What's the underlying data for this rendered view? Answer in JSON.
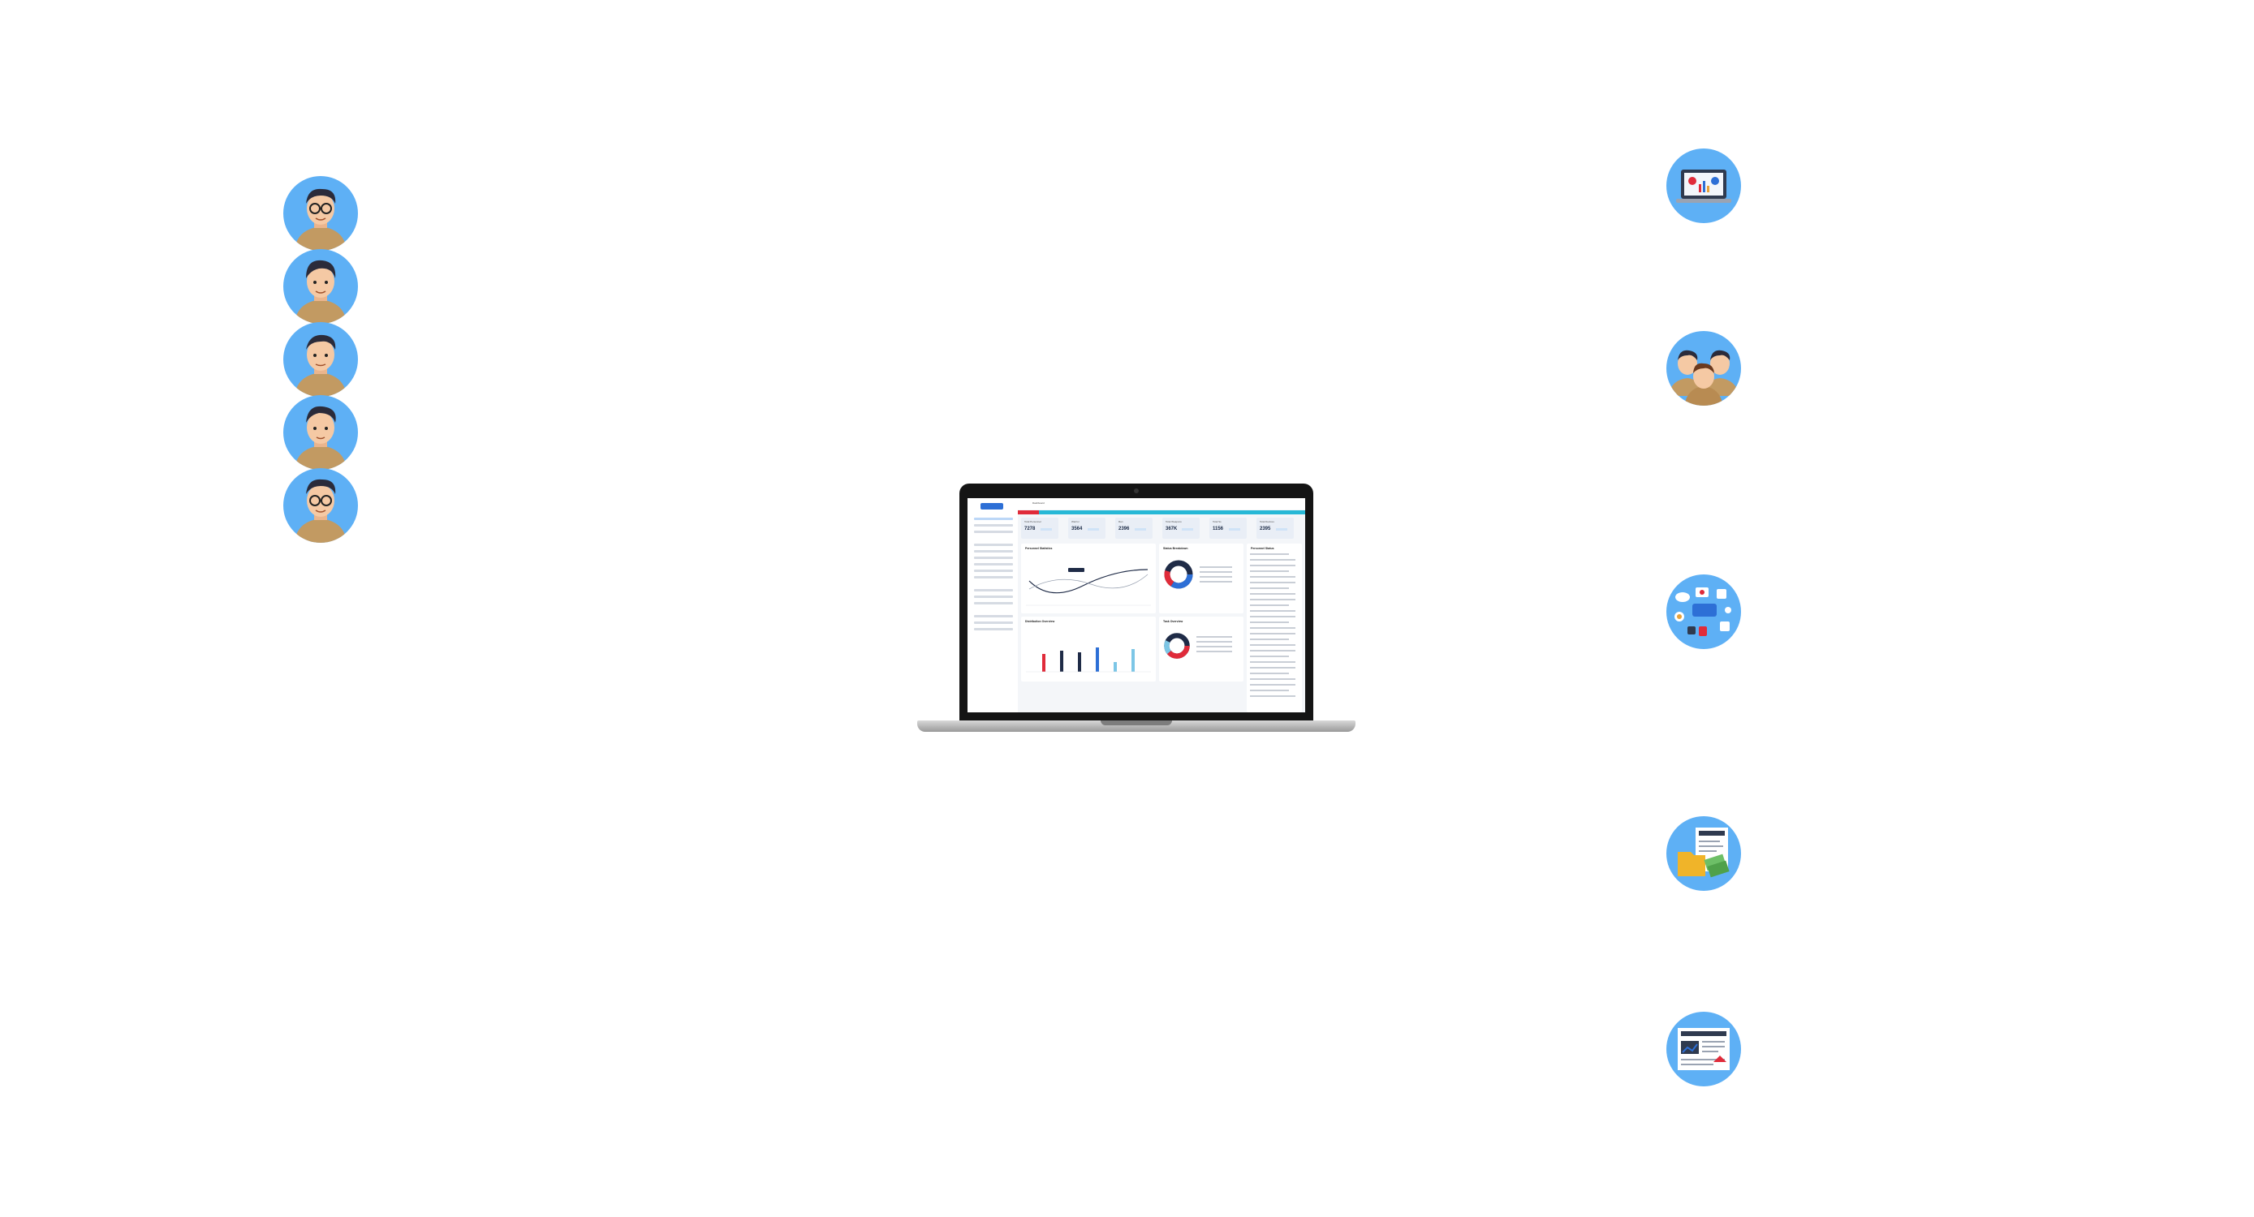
{
  "colors": {
    "avatar_bg": "#5eb0f5",
    "skin": "#f5c9a4",
    "hair": "#2b2b3a",
    "shirt": "#c29a62",
    "accent_blue": "#2d6fd6",
    "accent_red": "#e02b3a",
    "accent_teal": "#27b8d6"
  },
  "dashboard": {
    "topbar_title": "Dashboard",
    "stats": [
      {
        "label": "Total Personnel",
        "value": "7278"
      },
      {
        "label": "Warrior",
        "value": "3564"
      },
      {
        "label": "Ran",
        "value": "2396"
      },
      {
        "label": "Total Weapons",
        "value": "367K"
      },
      {
        "label": "Total Ss",
        "value": "1156"
      },
      {
        "label": "Total Devices",
        "value": "2395"
      }
    ],
    "panels": {
      "line_panel": "Personnel Statistics",
      "donut_panel_top": "Status Breakdown",
      "right_panel": "Personnel Status",
      "bar_panel": "Distribution Overview",
      "donut_panel_bottom": "Task Overview"
    },
    "bar_values": [
      0.55,
      0.65,
      0.6,
      0.75,
      0.3,
      0.7
    ],
    "bar_colors": [
      "#e02b3a",
      "#1f2b47",
      "#1f2b47",
      "#2d6fd6",
      "#7cc6e6",
      "#7cc6e6"
    ]
  },
  "icons": {
    "left": [
      "person-avatar-glasses-icon",
      "person-avatar-icon",
      "person-avatar-icon",
      "person-avatar-icon",
      "person-avatar-glasses-icon"
    ],
    "right": [
      "monitor-dashboard-icon",
      "people-group-icon",
      "cloud-network-icon",
      "documents-money-icon",
      "report-document-icon"
    ]
  }
}
